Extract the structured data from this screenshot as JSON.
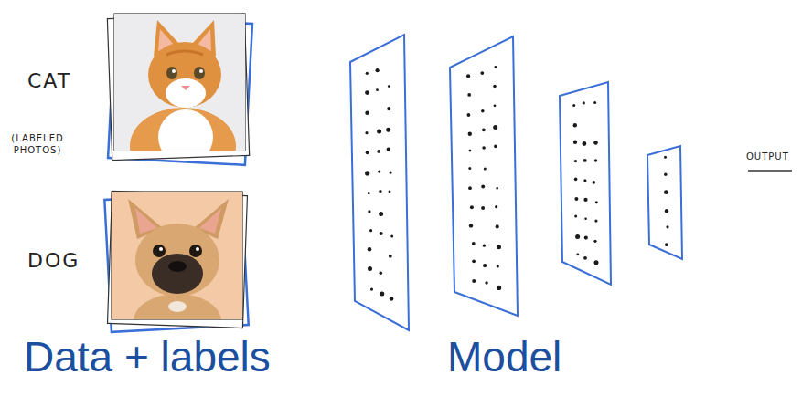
{
  "diagram": {
    "labels": [
      "CAT",
      "(LABELED PHOTOS)",
      "DOG",
      "OUTPUT",
      "Data + labels",
      "Model"
    ]
  }
}
